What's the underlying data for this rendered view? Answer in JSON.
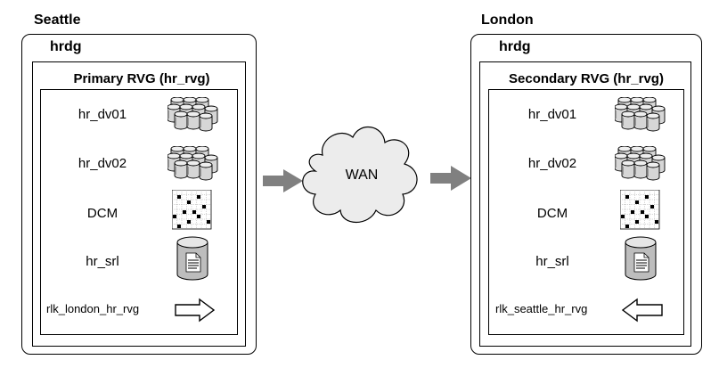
{
  "seattle": {
    "site": "Seattle",
    "group": "hrdg",
    "rvg_title": "Primary RVG (hr_rvg)",
    "items": [
      "hr_dv01",
      "hr_dv02",
      "DCM",
      "hr_srl"
    ],
    "link": "rlk_london_hr_rvg"
  },
  "london": {
    "site": "London",
    "group": "hrdg",
    "rvg_title": "Secondary RVG (hr_rvg)",
    "items": [
      "hr_dv01",
      "hr_dv02",
      "DCM",
      "hr_srl"
    ],
    "link": "rlk_seattle_hr_rvg"
  },
  "wan": "WAN",
  "icons": {
    "volume": "disk-stack-icon",
    "dcm": "dcm-grid-icon",
    "srl": "srl-disk-icon",
    "link_right": "right-arrow-outline-icon",
    "link_left": "left-arrow-outline-icon",
    "flow": "gray-flow-arrow-icon",
    "cloud": "cloud-icon"
  },
  "colors": {
    "flow_arrow": "#808080",
    "disk_fill": "#d6d6d6"
  }
}
